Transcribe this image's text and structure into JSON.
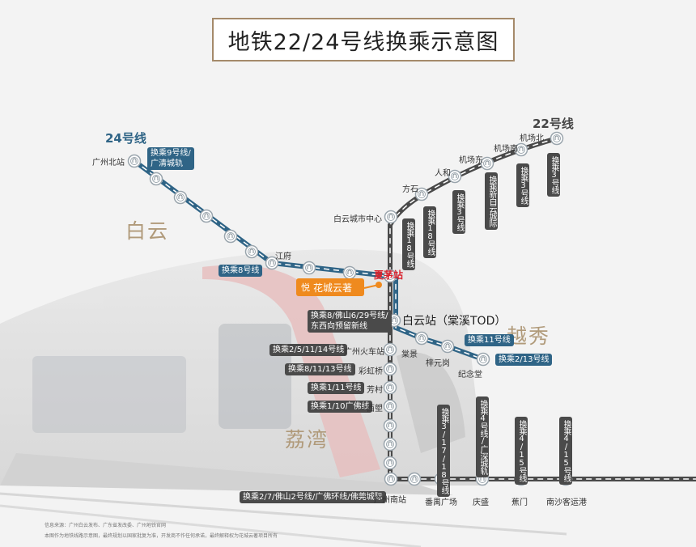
{
  "title": "地铁22/24号线换乘示意图",
  "colors": {
    "line24": "#2f6486",
    "line22": "#4a4a4a",
    "district": "#b09a7a",
    "highlight": "#d9232e",
    "project": "#ef8a1e",
    "title_border": "#a58a6a"
  },
  "lines": {
    "line24": "24号线",
    "line22": "22号线"
  },
  "districts": {
    "baiyun": "白云",
    "yuexiu": "越秀",
    "liwan": "荔湾"
  },
  "stations": {
    "guangzhoubei": "广州北站",
    "jiangfu": "江府",
    "xiamao": "夏茅站",
    "baiyunzhan": "白云站（棠溪TOD）",
    "tangjing": "棠景",
    "ziyuangang": "梓元岗",
    "jiniantang": "纪念堂",
    "baiyun_center": "白云城市中心",
    "fangshi": "方石",
    "renhe": "人和",
    "jichangdong": "机场东",
    "jichangnan": "机场南",
    "jichangbei": "机场北",
    "guangzhou_huochezhan": "广州火车站",
    "caihongqiao": "彩虹桥",
    "fangcun": "芳村",
    "xilang": "西塱",
    "guangzhounan": "广州南站",
    "panyu_guangchang": "番禺广场",
    "qingsheng": "庆盛",
    "jiaomen": "蕉门",
    "nansha_port": "南沙客运港"
  },
  "transfers": {
    "guangzhoubei": "换乘9号线/\n广清城轨",
    "jiangfu": "换乘8号线",
    "xiamao": "换乘8/佛山6/29号线/\n东西向预留新线",
    "ziyuangang": "换乘11号线",
    "jiniantang": "换乘2/13号线",
    "baiyun_center": "换乘18号线",
    "fangshi": "换乘18号线",
    "renhe": "换乘3号线",
    "jichangdong": "换乘新白云城际",
    "jichangnan": "换乘3号线",
    "jichangbei": "换乘3号线",
    "guangzhou_huochezhan": "换乘2/5/11/14号线",
    "caihongqiao": "换乘8/11/13号线",
    "fangcun": "换乘1/11号线",
    "xilang": "换乘1/10广佛线",
    "guangzhounan": "换乘2/7/佛山2号线/广佛环线/佛莞城际",
    "panyu_guangchang": "换乘3/17/18号线",
    "qingsheng": "换乘4号线/广深城轨",
    "jiaomen": "换乘4/15号线",
    "nansha_port": "换乘4/15号线"
  },
  "project": {
    "name": "花城云著",
    "logo_text": "悦"
  },
  "footnotes": [
    "信息来源：广州白云发布、广东省发改委、广州地铁官网",
    "本图作为地铁线路示意图，最终规划以国家批复为准，开发商不作任何承诺，最终解释权为花城云著项目所有"
  ]
}
